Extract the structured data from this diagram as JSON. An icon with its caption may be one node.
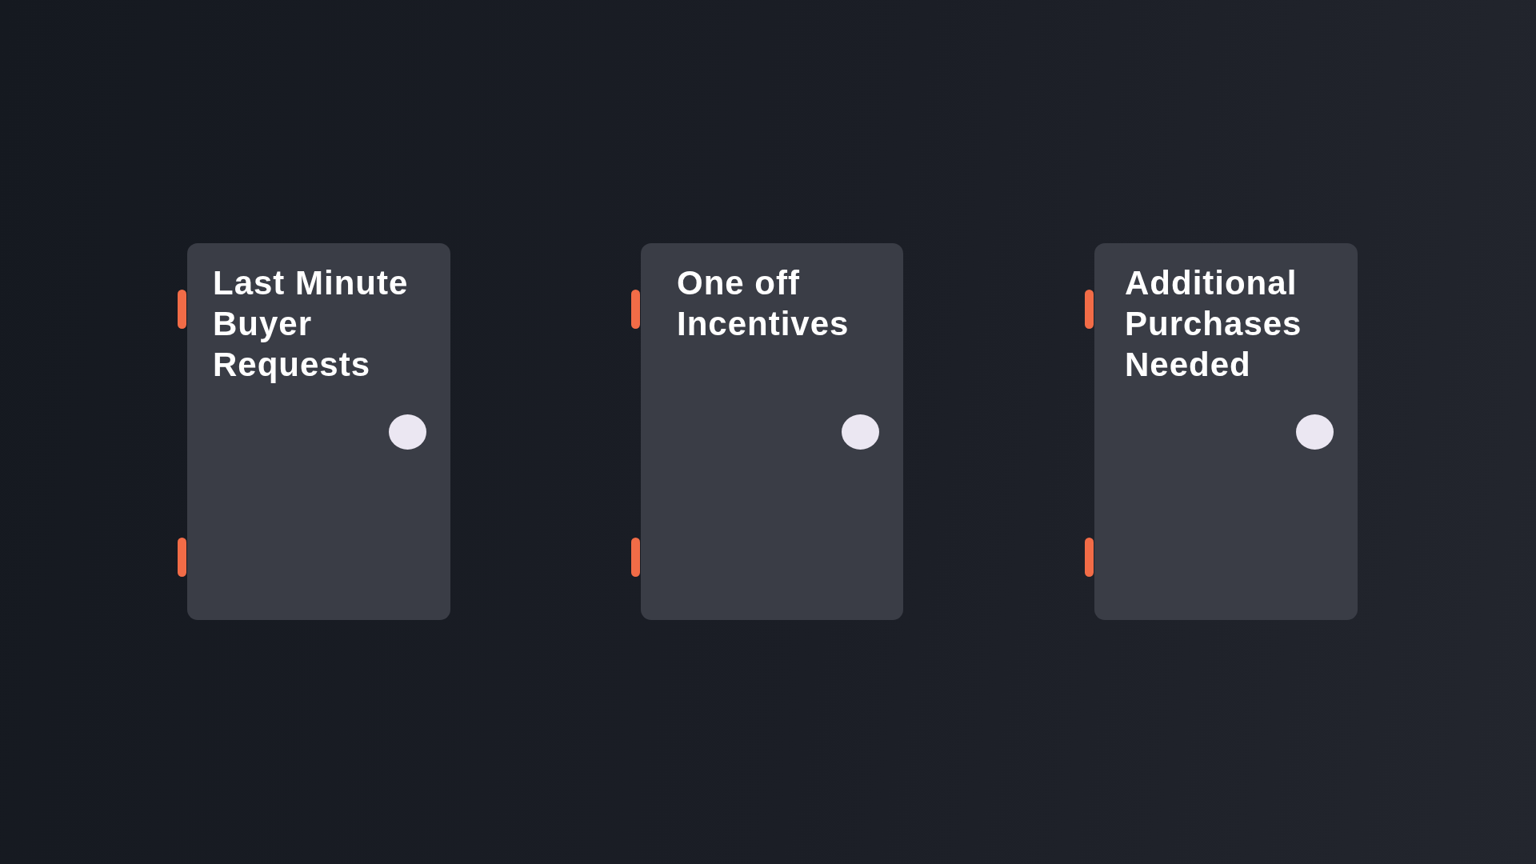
{
  "diagram": {
    "nodes": [
      {
        "text": [
          "Last Minute Buyer Requests"
        ]
      },
      {
        "text": [
          "One off Incentives"
        ]
      },
      {
        "text": [
          "Additional Purchases Needed"
        ]
      }
    ]
  }
}
